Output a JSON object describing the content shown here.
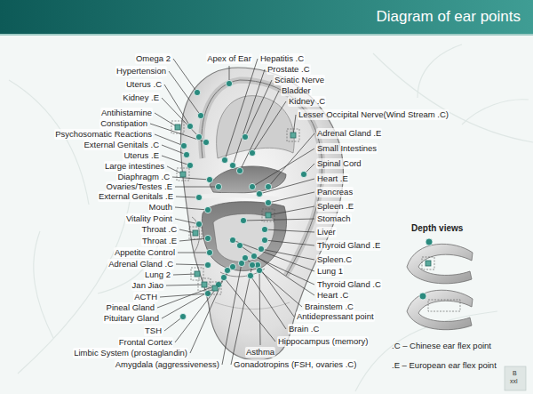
{
  "diagram": {
    "title": "Diagram of ear points",
    "labels": [
      "Omega 2",
      "Hypertension",
      "Uterus .C",
      "Kidney .E",
      "Antihistamine",
      "Constipation",
      "Psychosomatic Reactions",
      "External Genitals .C",
      "Uterus .E",
      "Large intestines",
      "Diaphragm .C",
      "Ovaries/Testes .E",
      "External Genitals .E",
      "Mouth",
      "Vitality Point",
      "Throat .C",
      "Throat .E",
      "Appetite Control",
      "Adrenal Gland .C",
      "Lung 2",
      "Jan Jiao",
      "ACTH",
      "Pineal Gland",
      "Pituitary Gland",
      "TSH",
      "Frontal Cortex",
      "Limbic System (prostaglandin)",
      "Amygdala (aggressiveness)",
      "Apex of Ear",
      "Hepatitis .C",
      "Prostate .C",
      "Sciatic Nerve",
      "Bladder",
      "Kidney .C",
      "Lesser Occipital Nerve(Wind Stream .C)",
      "Adrenal Gland .E",
      "Small Intestines",
      "Spinal Cord",
      "Heart .E",
      "Pancreas",
      "Spleen .E",
      "Stomach",
      "Liver",
      "Thyroid Gland .E",
      "Spleen.C",
      "Lung 1",
      "Thyroid Gland .C",
      "Heart .C",
      "Brainstem .C",
      "Antidepressant point",
      "Brain .C",
      "Hippocampus (memory)",
      "Asthma",
      "Gonadotropins (FSH, ovaries .C)",
      "Depth views",
      ".C – Chinese ear flex point",
      ".E – European ear flex point",
      "B",
      "xxl"
    ]
  }
}
